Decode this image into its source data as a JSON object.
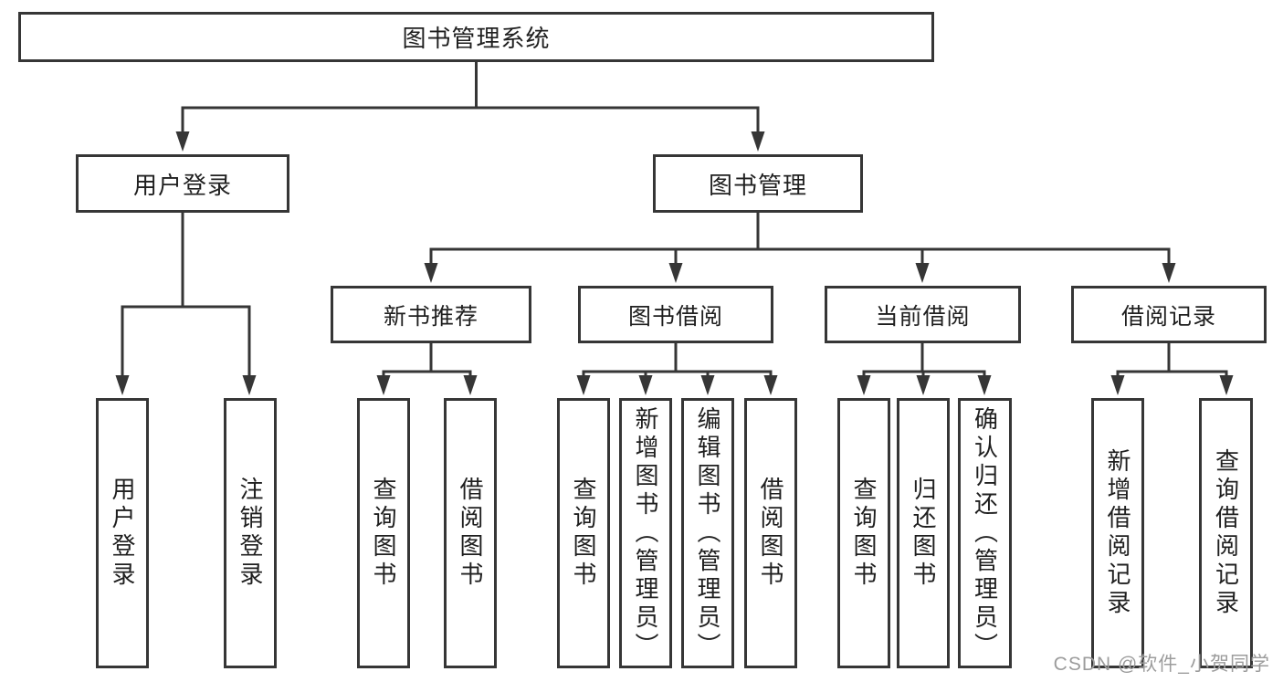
{
  "tree": {
    "label": "图书管理系统",
    "children": [
      {
        "label": "用户登录",
        "children": [
          {
            "label": "用户登录"
          },
          {
            "label": "注销登录"
          }
        ]
      },
      {
        "label": "图书管理",
        "children": [
          {
            "label": "新书推荐",
            "children": [
              {
                "label": "查询图书"
              },
              {
                "label": "借阅图书"
              }
            ]
          },
          {
            "label": "图书借阅",
            "children": [
              {
                "label": "查询图书"
              },
              {
                "label": "新增图书（管理员）"
              },
              {
                "label": "编辑图书（管理员）"
              },
              {
                "label": "借阅图书"
              }
            ]
          },
          {
            "label": "当前借阅",
            "children": [
              {
                "label": "查询图书"
              },
              {
                "label": "归还图书"
              },
              {
                "label": "确认归还（管理员）"
              }
            ]
          },
          {
            "label": "借阅记录",
            "children": [
              {
                "label": "新增借阅记录"
              },
              {
                "label": "查询借阅记录"
              }
            ]
          }
        ]
      }
    ]
  },
  "watermark": {
    "text": "CSDN @软件_小贺同学"
  },
  "colors": {
    "line": "#363636",
    "box_border": "#363636",
    "text": "#1f1f1f",
    "watermark": "#9c9c9c",
    "background": "#ffffff"
  }
}
